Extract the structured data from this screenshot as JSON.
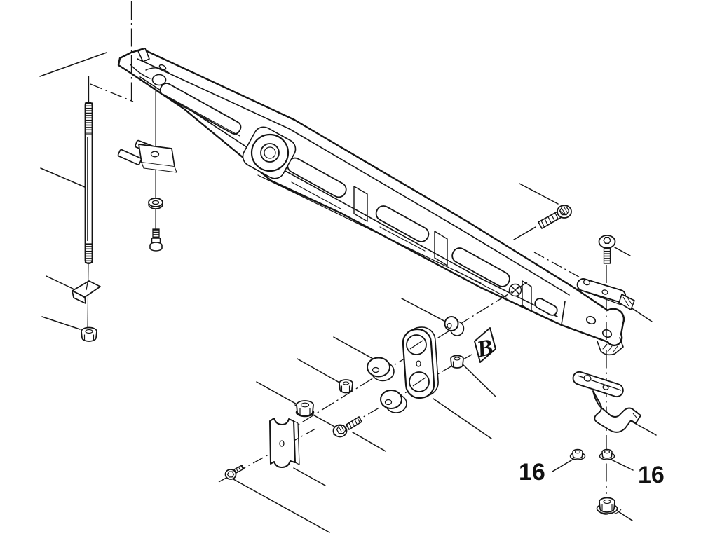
{
  "diagram": {
    "labels": {
      "part_b": "B",
      "callout_16_left": "16",
      "callout_16_right": "16"
    },
    "colors": {
      "line": "#141414",
      "background": "#ffffff"
    }
  }
}
